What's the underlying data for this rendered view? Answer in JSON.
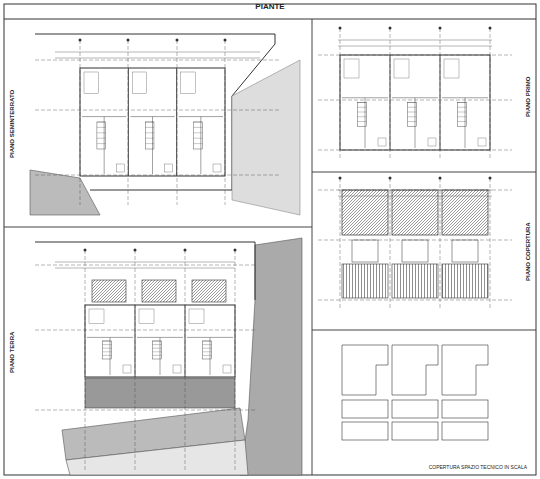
{
  "diagram": {
    "title": "PIANTE",
    "nodes": [
      {
        "text": [
          "PIANO SEMINTERRATO"
        ]
      },
      {
        "text": [
          "PIANO PRIMO"
        ]
      },
      {
        "text": [
          "PIANO TERRA"
        ]
      },
      {
        "text": [
          "PIANO COPERTURA"
        ]
      },
      {
        "text": [
          "COPERTURA SPAZIO TECNICO IN SCALA"
        ]
      }
    ]
  }
}
